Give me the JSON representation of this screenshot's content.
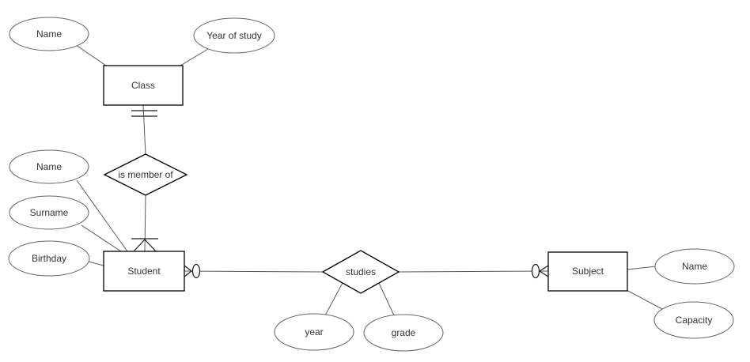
{
  "diagram_type": "entity-relationship-diagram",
  "colors": {
    "background": "#ffffff",
    "entity_stroke": "#000000",
    "attribute_stroke": "#666666",
    "connector_stroke": "#595959",
    "text": "#333333"
  },
  "entities": {
    "class": {
      "label": "Class",
      "attributes": {
        "name": "Name",
        "year_of_study": "Year of study"
      }
    },
    "student": {
      "label": "Student",
      "attributes": {
        "name": "Name",
        "surname": "Surname",
        "birthday": "Birthday"
      }
    },
    "subject": {
      "label": "Subject",
      "attributes": {
        "name": "Name",
        "capacity": "Capacity"
      }
    }
  },
  "relationships": {
    "is_member_of": {
      "label": "is member of",
      "from_entity": "Class",
      "to_entity": "Student",
      "cardinality_class_side": "exactly one (double bar)",
      "cardinality_student_side": "one or many (bar and crow's foot)"
    },
    "studies": {
      "label": "studies",
      "from_entity": "Student",
      "to_entity": "Subject",
      "cardinality_student_side": "zero or many (circle and crow's foot)",
      "cardinality_subject_side": "zero or many (circle and crow's foot)",
      "attributes": {
        "year": "year",
        "grade": "grade"
      }
    }
  }
}
